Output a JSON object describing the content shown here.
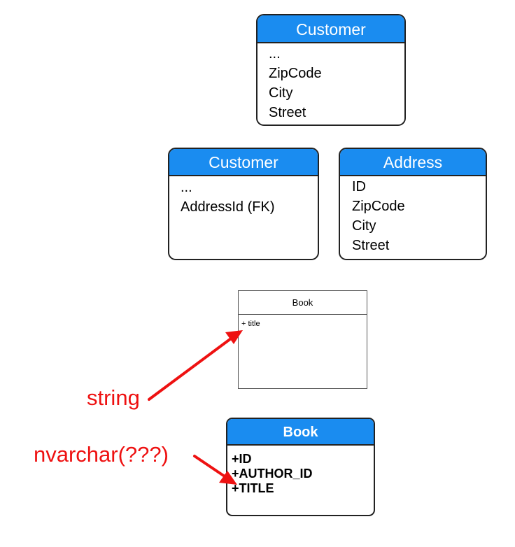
{
  "entities": {
    "customer_top": {
      "title": "Customer",
      "fields": [
        "...",
        "ZipCode",
        "City",
        "Street"
      ]
    },
    "customer_2": {
      "title": "Customer",
      "fields": [
        "...",
        "AddressId (FK)"
      ]
    },
    "address": {
      "title": "Address",
      "fields": [
        "ID",
        "ZipCode",
        "City",
        "Street"
      ]
    },
    "book_uml": {
      "title": "Book",
      "fields": [
        "+ title"
      ]
    },
    "book_db": {
      "title": "Book",
      "fields": [
        "+ID",
        "+AUTHOR_ID",
        "+TITLE"
      ]
    }
  },
  "annotations": {
    "string_label": "string",
    "nvarchar_label": "nvarchar(???)"
  },
  "colors": {
    "header_fill": "#1a8cf0",
    "annotation": "#ee1111"
  }
}
